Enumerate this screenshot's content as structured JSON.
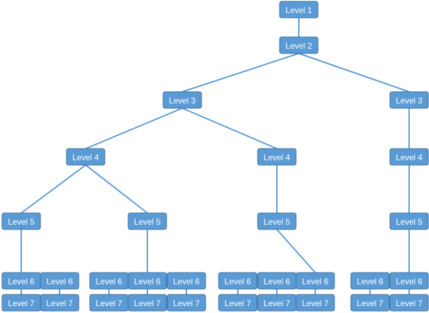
{
  "colors": {
    "node_fill": "#5b9bd5",
    "node_border": "#41719c",
    "edge": "#5b9bd5",
    "label_text": "#ffffff"
  },
  "nodes": [
    {
      "id": "n1",
      "label": "Level 1"
    },
    {
      "id": "n2",
      "label": "Level 2"
    },
    {
      "id": "n3a",
      "label": "Level 3"
    },
    {
      "id": "n3b",
      "label": "Level 3"
    },
    {
      "id": "n4a",
      "label": "Level 4"
    },
    {
      "id": "n4b",
      "label": "Level 4"
    },
    {
      "id": "n4c",
      "label": "Level 4"
    },
    {
      "id": "n5a",
      "label": "Level 5"
    },
    {
      "id": "n5b",
      "label": "Level 5"
    },
    {
      "id": "n5c",
      "label": "Level 5"
    },
    {
      "id": "n5d",
      "label": "Level 5"
    },
    {
      "id": "n6a",
      "label": "Level 6"
    },
    {
      "id": "n6b",
      "label": "Level 6"
    },
    {
      "id": "n6c",
      "label": "Level 6"
    },
    {
      "id": "n6d",
      "label": "Level 6"
    },
    {
      "id": "n6e",
      "label": "Level 6"
    },
    {
      "id": "n6f",
      "label": "Level 6"
    },
    {
      "id": "n6g",
      "label": "Level 6"
    },
    {
      "id": "n6h",
      "label": "Level 6"
    },
    {
      "id": "n6i",
      "label": "Level 6"
    },
    {
      "id": "n6j",
      "label": "Level 6"
    },
    {
      "id": "n7a",
      "label": "Level 7"
    },
    {
      "id": "n7b",
      "label": "Level 7"
    },
    {
      "id": "n7c",
      "label": "Level 7"
    },
    {
      "id": "n7d",
      "label": "Level 7"
    },
    {
      "id": "n7e",
      "label": "Level 7"
    },
    {
      "id": "n7f",
      "label": "Level 7"
    },
    {
      "id": "n7g",
      "label": "Level 7"
    },
    {
      "id": "n7h",
      "label": "Level 7"
    },
    {
      "id": "n7i",
      "label": "Level 7"
    },
    {
      "id": "n7j",
      "label": "Level 7"
    }
  ],
  "edges": [
    [
      "n1",
      "n2"
    ],
    [
      "n2",
      "n3a"
    ],
    [
      "n2",
      "n3b"
    ],
    [
      "n3a",
      "n4a"
    ],
    [
      "n3a",
      "n4b"
    ],
    [
      "n3b",
      "n4c"
    ],
    [
      "n4a",
      "n5a"
    ],
    [
      "n4a",
      "n5b"
    ],
    [
      "n4b",
      "n5c"
    ],
    [
      "n4c",
      "n5d"
    ],
    [
      "n5a",
      "n6a"
    ],
    [
      "n5b",
      "n6d"
    ],
    [
      "n5c",
      "n6h"
    ],
    [
      "n5d",
      "n6j"
    ],
    [
      "n6a",
      "n7a"
    ],
    [
      "n6b",
      "n7b"
    ],
    [
      "n6c",
      "n7c"
    ],
    [
      "n6d",
      "n7d"
    ],
    [
      "n6e",
      "n7e"
    ],
    [
      "n6f",
      "n7f"
    ],
    [
      "n6g",
      "n7g"
    ],
    [
      "n6h",
      "n7h"
    ],
    [
      "n6i",
      "n7i"
    ],
    [
      "n6j",
      "n7j"
    ]
  ]
}
